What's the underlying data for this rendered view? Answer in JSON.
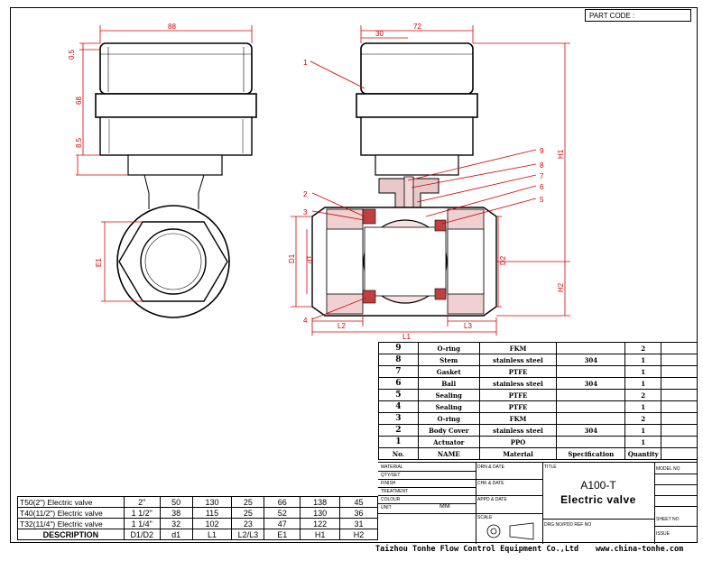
{
  "part_code_label": "PART CODE :",
  "dimension_labels": {
    "front_width": "88",
    "top_gap": "0.5",
    "actuator_height": "68",
    "lower_height": "8.5",
    "e1": "E1",
    "side_offset": "30",
    "side_width": "72",
    "h1": "H1",
    "h2": "H2",
    "d1_upper": "D1",
    "d1_lower": "d1",
    "d2": "D2",
    "l1": "L1",
    "l2": "L2",
    "l3": "L3"
  },
  "callouts": [
    "1",
    "2",
    "3",
    "4",
    "5",
    "6",
    "7",
    "8",
    "9"
  ],
  "bom": {
    "rows": [
      {
        "no": "9",
        "name": "O-ring",
        "material": "FKM",
        "spec": "",
        "qty": "2"
      },
      {
        "no": "8",
        "name": "Stem",
        "material": "stainless steel",
        "spec": "304",
        "qty": "1"
      },
      {
        "no": "7",
        "name": "Gasket",
        "material": "PTFE",
        "spec": "",
        "qty": "1"
      },
      {
        "no": "6",
        "name": "Ball",
        "material": "stainless steel",
        "spec": "304",
        "qty": "1"
      },
      {
        "no": "5",
        "name": "Sealing",
        "material": "PTFE",
        "spec": "",
        "qty": "2"
      },
      {
        "no": "4",
        "name": "Sealing",
        "material": "PTFE",
        "spec": "",
        "qty": "1"
      },
      {
        "no": "3",
        "name": "O-ring",
        "material": "FKM",
        "spec": "",
        "qty": "2"
      },
      {
        "no": "2",
        "name": "Body Cover",
        "material": "stainless steel",
        "spec": "304",
        "qty": "1"
      },
      {
        "no": "1",
        "name": "Actuator",
        "material": "PPO",
        "spec": "",
        "qty": "1"
      }
    ],
    "header": {
      "no": "No.",
      "name": "NAME",
      "material": "Material",
      "spec": "Specification",
      "qty": "Quantity"
    }
  },
  "dimensions_table": {
    "rows": [
      {
        "model": "T50(2\") Electric valve",
        "d1d2": "2\"",
        "d1": "50",
        "l1": "130",
        "l2l3": "25",
        "e1": "66",
        "h1": "138",
        "h2": "45"
      },
      {
        "model": "T40(11/2\") Electric valve",
        "d1d2": "1 1/2\"",
        "d1": "38",
        "l1": "115",
        "l2l3": "25",
        "e1": "52",
        "h1": "130",
        "h2": "36"
      },
      {
        "model": "T32(11/4\") Electric valve",
        "d1d2": "1 1/4\"",
        "d1": "32",
        "l1": "102",
        "l2l3": "23",
        "e1": "47",
        "h1": "122",
        "h2": "31"
      }
    ],
    "header": {
      "model": "DESCRIPTION",
      "d1d2": "D1/D2",
      "d1": "d1",
      "l1": "L1",
      "l2l3": "L2/L3",
      "e1": "E1",
      "h1": "H1",
      "h2": "H2"
    }
  },
  "title_block": {
    "material": "MATERIAL",
    "qty_set": "QTY/SET",
    "finish": "FINISH",
    "treatment": "TREATMENT",
    "colour": "COLOUR",
    "unit": "UNIT",
    "unit_value": "MM",
    "drn_date": "DRN & DATE",
    "chk_date": "CHK & DATE",
    "appd_date": "APPD & DATE",
    "scale": "SCALE",
    "title_label": "TITLE",
    "title_line1": "A100-T",
    "title_line2": "Electric valve",
    "model_no": "MODEL NO",
    "sheet_no": "SHEET NO",
    "issue": "ISSUE",
    "drg_no": "DRG NO/PDD REF NO"
  },
  "footer": {
    "company": "Taizhou Tonhe Flow Control Equipment Co.,Ltd",
    "website": "www.china-tonhe.com"
  }
}
